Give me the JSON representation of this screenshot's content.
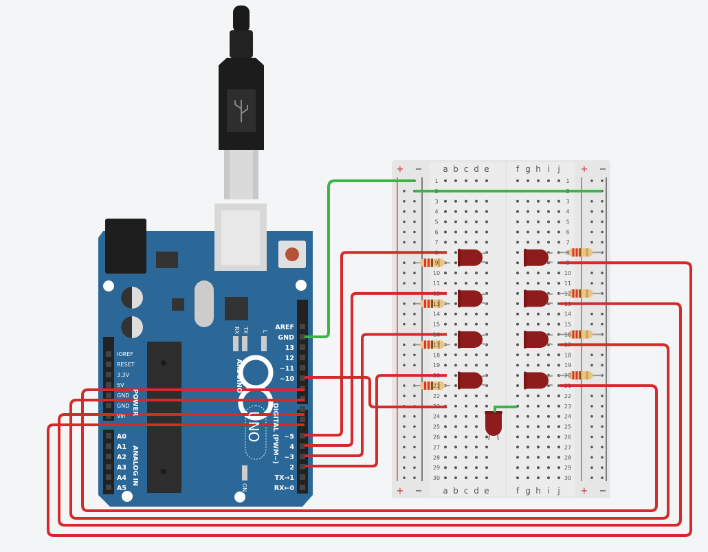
{
  "breadboard": {
    "left_columns": [
      "a",
      "b",
      "c",
      "d",
      "e"
    ],
    "right_columns": [
      "f",
      "g",
      "h",
      "i",
      "j"
    ],
    "rows": [
      "1",
      "2",
      "3",
      "4",
      "5",
      "6",
      "7",
      "8",
      "9",
      "10",
      "11",
      "12",
      "13",
      "14",
      "15",
      "16",
      "17",
      "18",
      "19",
      "20",
      "21",
      "22",
      "23",
      "24",
      "25",
      "26",
      "27",
      "28",
      "29",
      "30"
    ],
    "plus": "+",
    "minus": "−"
  },
  "arduino": {
    "digital_pins": [
      "AREF",
      "GND",
      "13",
      "12",
      "~11",
      "~10",
      "",
      "",
      "",
      "",
      "~5",
      "4",
      "~3",
      "2",
      "TX→1",
      "RX←0"
    ],
    "power_pins": [
      "IOREF",
      "RESET",
      "3.3V",
      "5V",
      "GND",
      "GND",
      "Vin"
    ],
    "analog_pins": [
      "A0",
      "A1",
      "A2",
      "A3",
      "A4",
      "A5"
    ],
    "power_label": "POWER",
    "analog_label": "ANALOG IN",
    "digital_label": "DIGITAL (PWM~)",
    "brand": "ARDUINO",
    "model": "UNO",
    "on_label": "ON",
    "rx_label": "RX",
    "tx_label": "TX",
    "l_label": "L"
  },
  "colors": {
    "board": "#2b6797",
    "wire_red": "#d42a2a",
    "wire_green": "#3cb44b",
    "led": "#8e1c1c",
    "breadboard": "#e6e6e6"
  }
}
